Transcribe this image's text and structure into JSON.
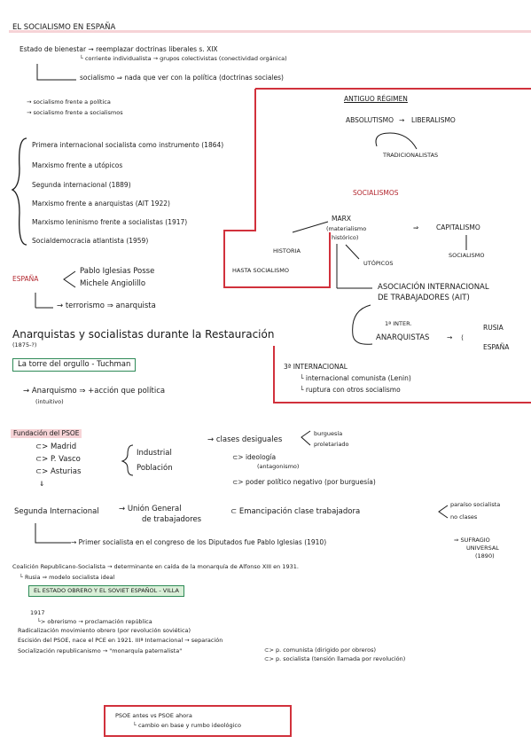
{
  "title": "EL SOCIALISMO EN ESPAÑA",
  "colors": {
    "red": "#d1313c",
    "green": "#2e8a57",
    "pink": "#f6d3d6",
    "ink": "#1a1a1a"
  },
  "intro": {
    "l1": "Estado de bienestar → reemplazar doctrinas liberales s. XIX",
    "l2": "└ corriente individualista → grupos colectivistas (conectividad orgánica)",
    "l3": "socialismo ⇒ nada que ver con la política (doctrinas sociales)",
    "l4": "→ socialismo frente a política",
    "l5": "→ socialismo frente a socialismos"
  },
  "list": [
    "Primera internacional socialista como instrumento (1864)",
    "Marxismo frente a utópicos",
    "Segunda internacional (1889)",
    "Marxismo frente a anarquistas (AIT 1922)",
    "Marxismo leninismo frente a socialistas (1917)",
    "Socialdemocracia atlantista (1959)"
  ],
  "antiguo": {
    "heading": "ANTIGUO RÉGIMEN",
    "absolutismo": "ABSOLUTISMO",
    "liberalismo": "LIBERALISMO",
    "tradicionalistas": "TRADICIONALISTAS"
  },
  "socialismos": {
    "heading": "SOCIALISMOS",
    "marx1": "MARX",
    "marx2": "(materialismo",
    "marx3": "histórico)",
    "capitalismo": "CAPITALISMO",
    "socialismo": "SOCIALISMO",
    "historia": "HISTORIA",
    "hasta": "HASTA SOCIALISMO",
    "utopicos": "UTÓPICOS",
    "ait1": "ASOCIACIÓN INTERNACIONAL",
    "ait2": "DE TRABAJADORES (AIT)",
    "inter": "1ª INTER.",
    "anarquistas": "ANARQUISTAS",
    "rusia": "RUSIA",
    "espana": "ESPAÑA",
    "tercera": "3ª INTERNACIONAL",
    "tercera_l1": "└ internacional comunista (Lenin)",
    "tercera_l2": "└ ruptura con otros socialismo"
  },
  "espana": {
    "label": "ESPAÑA",
    "p1": "Pablo Iglesias Posse",
    "p2": "Michele Angiolillo",
    "terrorismo": "→ terrorismo ⇒ anarquista",
    "restauracion": "Anarquistas y socialistas durante la Restauración",
    "restauracion_years": "(1875-?)",
    "libro": "La torre del orgullo - Tuchman",
    "anarquismo": "→ Anarquismo ⇒ +acción que política",
    "intuitivo": "(intuitivo)"
  },
  "psoe": {
    "heading": "Fundación del PSOE",
    "madrid": "⊂> Madrid",
    "pvasco": "⊂> P. Vasco",
    "asturias": "⊂> Asturias",
    "industrial": "Industrial",
    "poblacion": "Población",
    "clases": "→ clases desiguales",
    "burguesia": "burguesía",
    "proletariado": "proletariado",
    "ideologia": "⊂> ideología",
    "antagonismo": "(antagonismo)",
    "poder": "⊂> poder político negativo (por burguesía)",
    "segunda": "Segunda Internacional",
    "ugt1": "→ Unión General",
    "ugt2": "de trabajadores",
    "emancipacion": "⊂ Emancipación clase trabajadora",
    "paraiso": "paraíso socialista",
    "noclases": "no clases",
    "primer": "→ Primer socialista en el congreso de los Diputados fue Pablo Iglesias (1910)",
    "sufragio1": "⇒ SUFRAGIO",
    "sufragio2": "UNIVERSAL",
    "sufragio3": "(1890)",
    "coalicion": "Coalición Republicano-Socialista → determinante en caída de la monarquía de Alfonso XIII en 1931.",
    "modelo": "└ Rusia ⇒ modelo socialista ideal",
    "estado": "EL ESTADO OBRERO Y EL SOVIET ESPAÑOL - VILLA"
  },
  "y1917": {
    "year": "1917",
    "l1": "└> obrerismo → proclamación república",
    "l2": "Radicalización movimiento obrero (por revolución soviética)",
    "l3": "Escisión del PSOE, nace el PCE en 1921. IIIª Internacional → separación",
    "l4": "Socialización republicanismo → \"monarquía paternalista\"",
    "l5": "⊂> p. comunista (dirigido por obreros)",
    "l6": "⊂> p. socialista (tensión llamada por revolución)"
  },
  "footer": {
    "l1": "PSOE antes vs PSOE ahora",
    "l2": "└ cambio en base y rumbo ideológico"
  }
}
